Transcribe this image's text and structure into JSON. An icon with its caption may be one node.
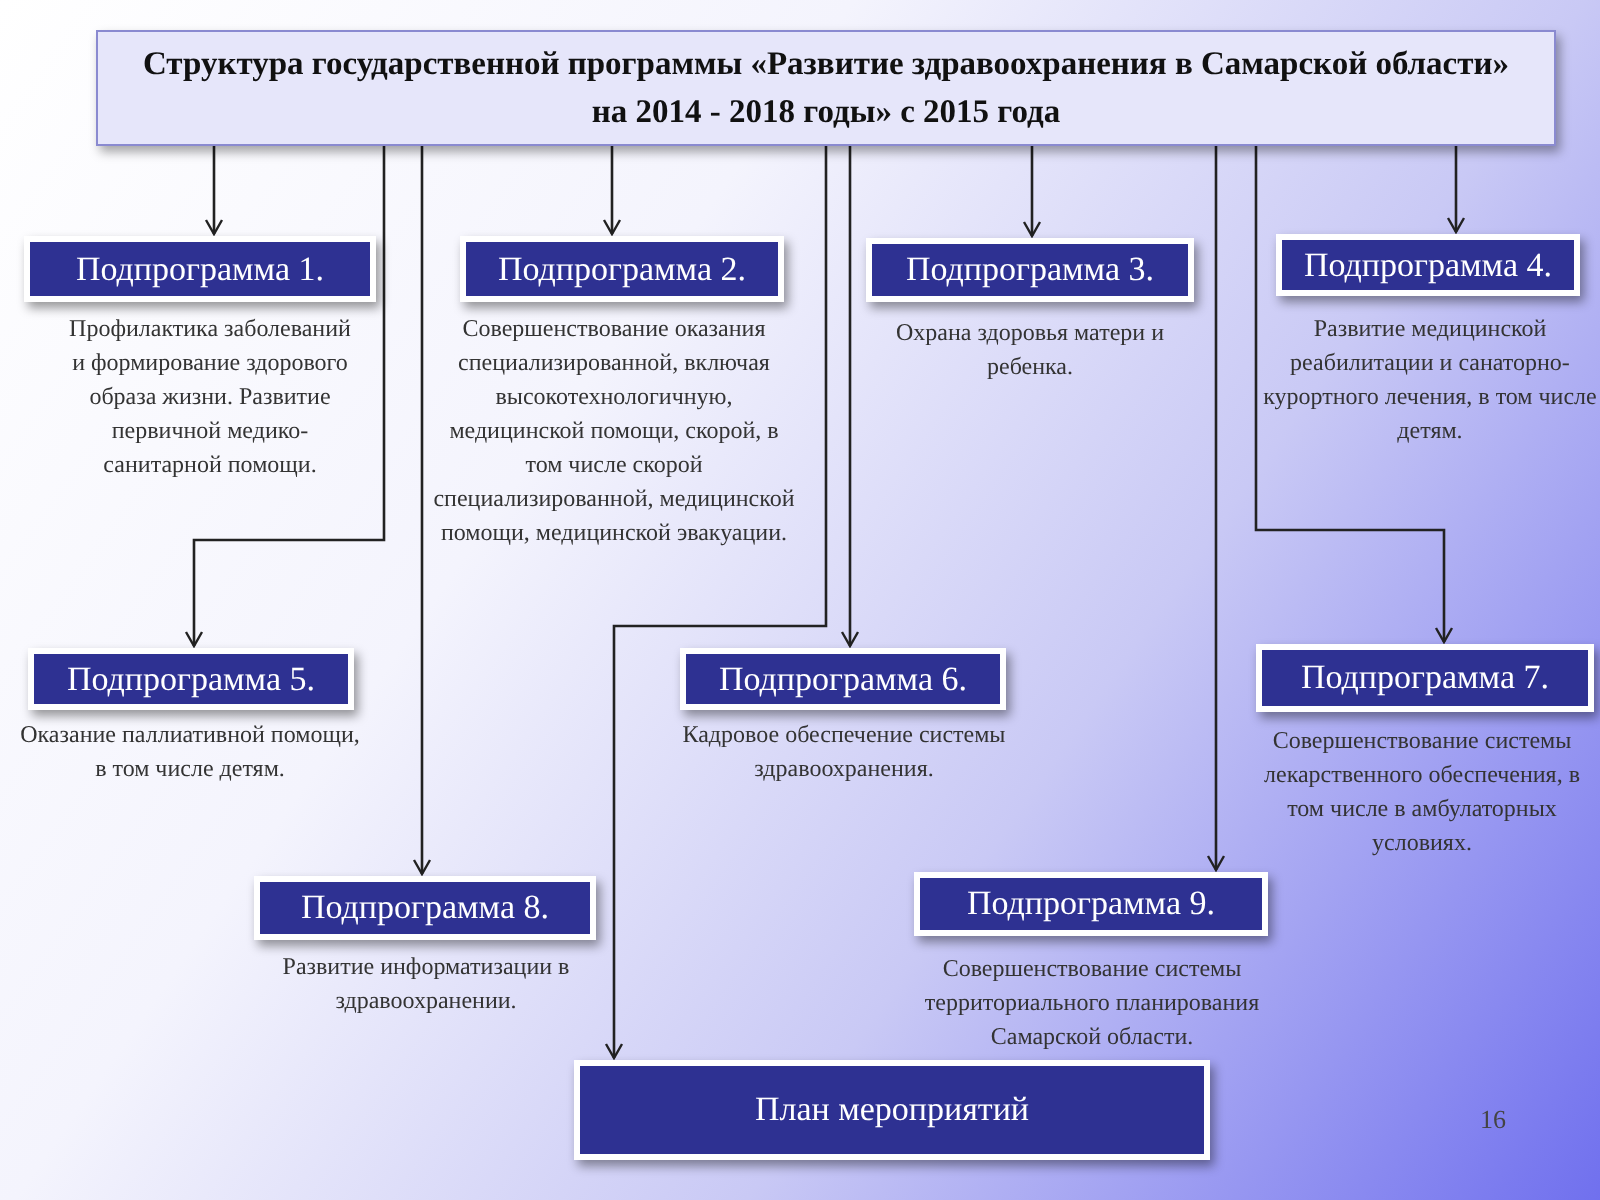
{
  "diagram": {
    "nodes": [
      {
        "text": [
          "Структура государственной программы «Развитие здравоохранения в Самарской области» на 2014 - 2018 годы» с 2015 года"
        ]
      },
      {
        "text": [
          "Подпрограмма 1."
        ],
        "beside": [
          "Профилактика заболеваний и формирование здорового образа жизни. Развитие первичной медико-санитарной помощи."
        ]
      },
      {
        "text": [
          "Подпрограмма 2."
        ],
        "beside": [
          "Совершенствование оказания специализированной, включая высокотехнологичную, медицинской помощи, скорой, в том числе скорой специализированной, медицинской помощи, медицинской эвакуации."
        ]
      },
      {
        "text": [
          "Подпрограмма 3."
        ],
        "beside": [
          "Охрана здоровья матери и ребенка."
        ]
      },
      {
        "text": [
          "Подпрограмма 4."
        ],
        "beside": [
          "Развитие медицинской реабилитации и санаторно-курортного лечения, в том числе детям."
        ]
      },
      {
        "text": [
          "Подпрограмма 5."
        ],
        "beside": [
          "Оказание паллиативной помощи, в том числе детям."
        ]
      },
      {
        "text": [
          "Подпрограмма 6."
        ],
        "beside": [
          "Кадровое обеспечение системы здравоохранения."
        ]
      },
      {
        "text": [
          "Подпрограмма 7."
        ],
        "beside": [
          "Совершенствование системы лекарственного обеспечения, в том числе в амбулаторных условиях."
        ]
      },
      {
        "text": [
          "Подпрограмма 8."
        ],
        "beside": [
          "Развитие информатизации в здравоохранении."
        ]
      },
      {
        "text": [
          "Подпрограмма 9."
        ],
        "beside": [
          "Совершенствование системы территориального планирования Самарской области."
        ]
      },
      {
        "text": [
          "План мероприятий"
        ]
      }
    ],
    "edges": [
      {
        "from": 0,
        "to": 1,
        "arrow": "to"
      },
      {
        "from": 0,
        "to": 2,
        "arrow": "to"
      },
      {
        "from": 0,
        "to": 3,
        "arrow": "to"
      },
      {
        "from": 0,
        "to": 4,
        "arrow": "to"
      },
      {
        "from": 0,
        "to": 5,
        "arrow": "to"
      },
      {
        "from": 0,
        "to": 6,
        "arrow": "to"
      },
      {
        "from": 0,
        "to": 7,
        "arrow": "to"
      },
      {
        "from": 0,
        "to": 8,
        "arrow": "to"
      },
      {
        "from": 0,
        "to": 9,
        "arrow": "to"
      },
      {
        "from": 0,
        "to": 10,
        "arrow": "to"
      }
    ],
    "labels": [
      "16"
    ]
  }
}
